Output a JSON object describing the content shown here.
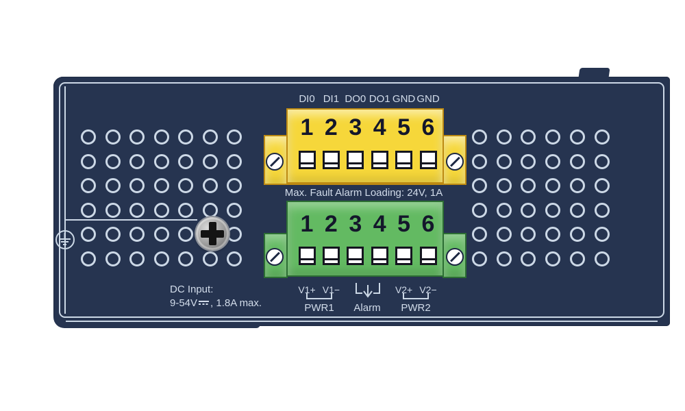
{
  "colors": {
    "panel": "#263450",
    "line": "#ccd8e6",
    "text": "#d2dcea",
    "yellow_body": "#f6d73a",
    "yellow_border": "#bd8a12",
    "green_body": "#63ba62",
    "green_border": "#2c6e33",
    "digit": "#14172b"
  },
  "top_terminal_block": {
    "pin_labels": [
      "DI0",
      "DI1",
      "DO0",
      "DO1",
      "GND",
      "GND"
    ],
    "pin_numbers": [
      "1",
      "2",
      "3",
      "4",
      "5",
      "6"
    ],
    "caption_below": "Max. Fault Alarm Loading: 24V, 1A"
  },
  "bottom_terminal_block": {
    "pin_numbers": [
      "1",
      "2",
      "3",
      "4",
      "5",
      "6"
    ],
    "pin_labels_below": [
      "V1+",
      "V1−",
      "V2+",
      "V2−"
    ],
    "pwr1_label": "PWR1",
    "alarm_label": "Alarm",
    "pwr2_label": "PWR2"
  },
  "dc_input": {
    "line1": "DC Input:",
    "voltage_prefix": "9-54V",
    "suffix": ", 1.8A max."
  },
  "vents": {
    "left_grid": {
      "columns": 7,
      "rows": 6
    },
    "right_grid": {
      "columns": 6,
      "rows": 6
    }
  }
}
